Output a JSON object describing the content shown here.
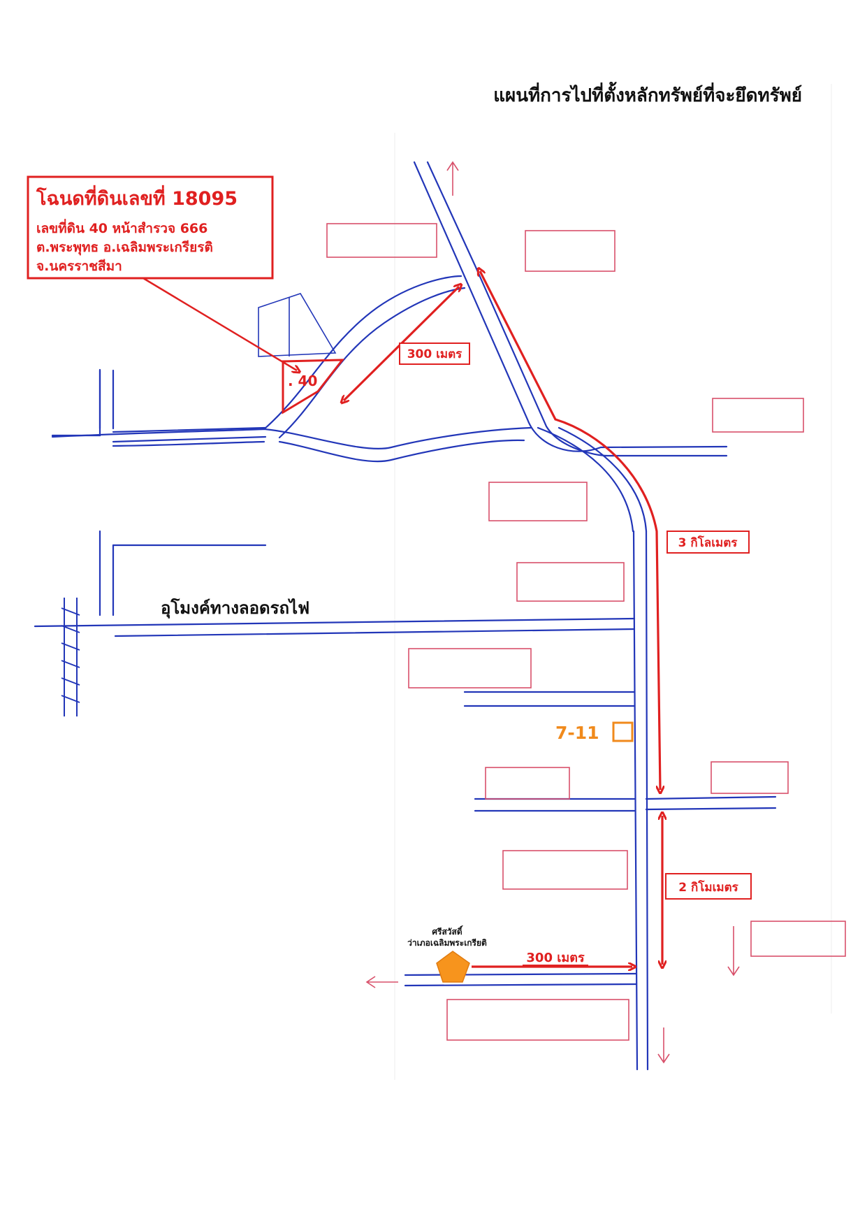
{
  "title": "แผนที่การไปที่ตั้งหลักทรัพย์ที่จะยึดทรัพย์",
  "deed": {
    "heading": "โฉนดที่ดินเลขที่ 18095",
    "line1": "เลขที่ดิน 40 หน้าสำรวจ 666",
    "line2": "ต.พระพุทธ อ.เฉลิมพระเกรียรติ",
    "line3": "จ.นครราชสีมา"
  },
  "plot_label": ". 40",
  "tunnel_label": "อุโมงค์ทางลอดรถไฟ",
  "distances": {
    "d300_top": "300 เมตร",
    "d3km": "3 กิโลเมตร",
    "d2km": "2 กิโมเมตร",
    "d300_bottom": "300 เมตร"
  },
  "seven_eleven": "7-11",
  "office": {
    "line1": "ศรีสวัสดิ์",
    "line2": "ว่าเภอเฉลิมพระเกรียติ"
  },
  "colors": {
    "road": "#2236b8",
    "route": "#e02020",
    "handlabel": "#d8506a",
    "store": "#f08a1c",
    "office": "#f7941d"
  }
}
